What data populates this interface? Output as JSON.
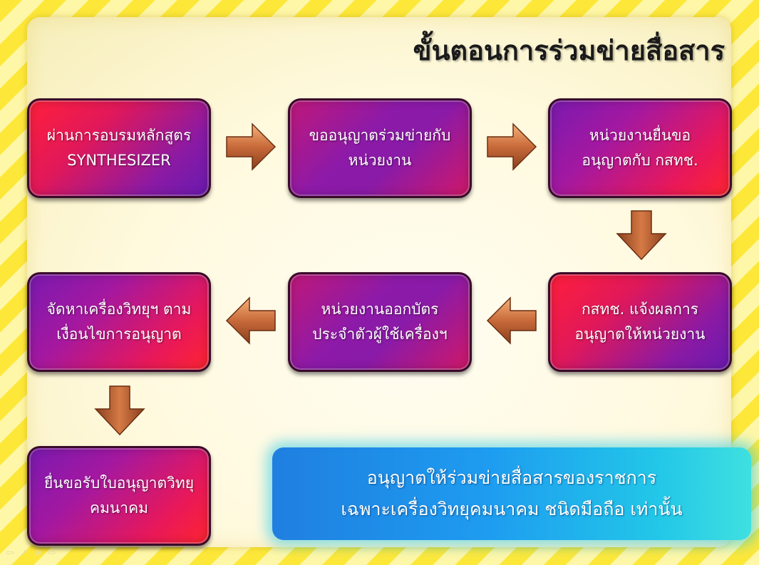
{
  "title": "ขั้นตอนการร่วมข่ายสื่อสาร",
  "steps": [
    {
      "line1": "ผ่านการอบรมหลักสูตร",
      "line2": "SYNTHESIZER"
    },
    {
      "line1": "ขออนุญาตร่วมข่ายกับ",
      "line2": "หน่วยงาน"
    },
    {
      "line1": "หน่วยงานยื่นขอ",
      "line2": "อนุญาตกับ กสทช."
    },
    {
      "line1": "กสทช. แจ้งผลการ",
      "line2": "อนุญาตให้หน่วยงาน"
    },
    {
      "line1": "หน่วยงานออกบัตร",
      "line2": "ประจำตัวผู้ใช้เครื่องฯ"
    },
    {
      "line1": "จัดหาเครื่องวิทยุฯ ตาม",
      "line2": "เงื่อนไขการอนุญาต"
    },
    {
      "line1": "ยื่นขอรับใบอนุญาตวิทยุ",
      "line2": "คมนาคม"
    }
  ],
  "note": {
    "line1": "อนุญาตให้ร่วมข่ายสื่อสารของราชการ",
    "line2": "เฉพาะเครื่องวิทยุคมนาคม ชนิดมือถือ เท่านั้น"
  },
  "icons": [
    "arrow-right-icon",
    "arrow-down-icon",
    "arrow-left-icon",
    "nav-back-icon",
    "nav-forward-icon",
    "nav-menu-icon",
    "nav-return-icon"
  ],
  "colors": {
    "box_red": "#ff1f3c",
    "box_purple": "#6a1ab0",
    "arrow": "#c86a3a",
    "banner": "#1e9cf0",
    "stripe": "#fde83a"
  }
}
